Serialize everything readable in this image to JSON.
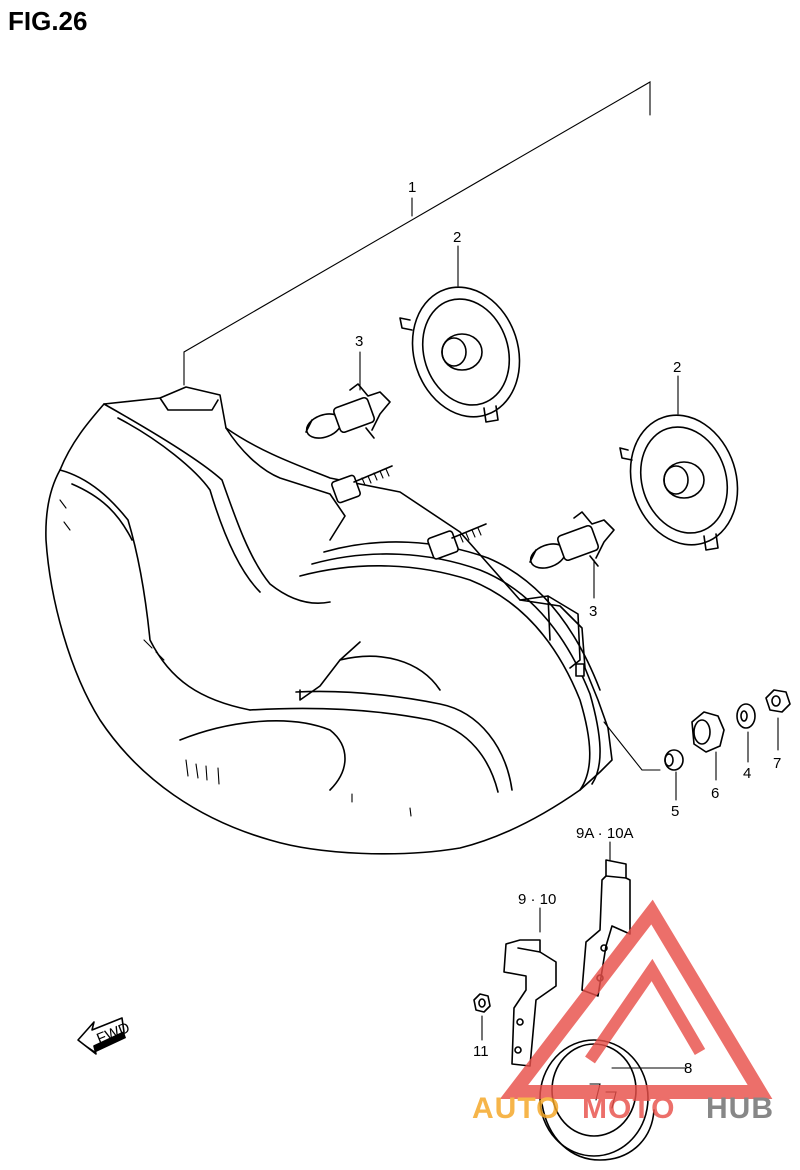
{
  "figure_title": "FIG.26",
  "fwd_label": "FWD",
  "callouts": {
    "c1": "1",
    "c2a": "2",
    "c2b": "2",
    "c3a": "3",
    "c3b": "3",
    "c4": "4",
    "c5": "5",
    "c6": "6",
    "c7": "7",
    "c8": "8",
    "c9_10": "9 · 10",
    "c9a_10a": "9A · 10A",
    "c11": "11"
  },
  "watermark": {
    "word_orange": "AUTO",
    "word_red": "MOTO",
    "word_gray": "HUB",
    "colors": {
      "orange": "#f5a623",
      "red": "#e8504a",
      "gray": "#6d6d6d"
    }
  }
}
